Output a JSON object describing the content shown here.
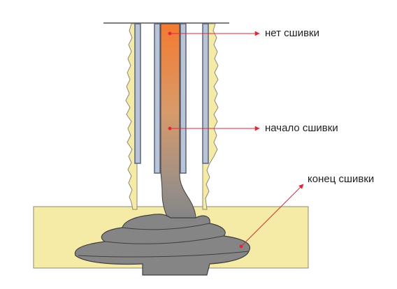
{
  "labels": {
    "no_cure": "нет сшивки",
    "cure_start": "начало сшивки",
    "cure_end": "конец сшивки"
  },
  "colors": {
    "background": "#ffffff",
    "formation": "#f5eaa6",
    "formation_edge": "#8c8a74",
    "casing": "#b9c4d6",
    "casing_edge": "#5b6478",
    "cement_gray": "#858585",
    "cement_edge": "#3f3f3f",
    "uncured_orange": "#f08a3c",
    "curing_tan": "#c39a76",
    "pointer": "#e0283a"
  }
}
